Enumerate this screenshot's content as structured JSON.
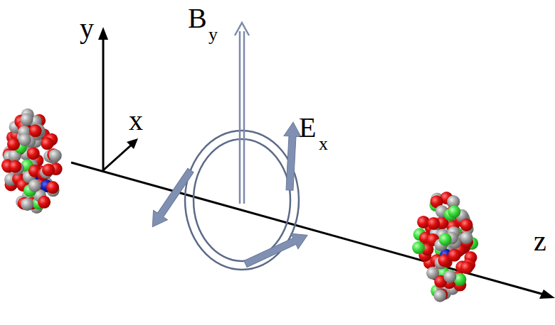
{
  "diagram": {
    "labels": [
      "y",
      "x",
      "B",
      "y",
      "E",
      "x",
      "z"
    ]
  }
}
